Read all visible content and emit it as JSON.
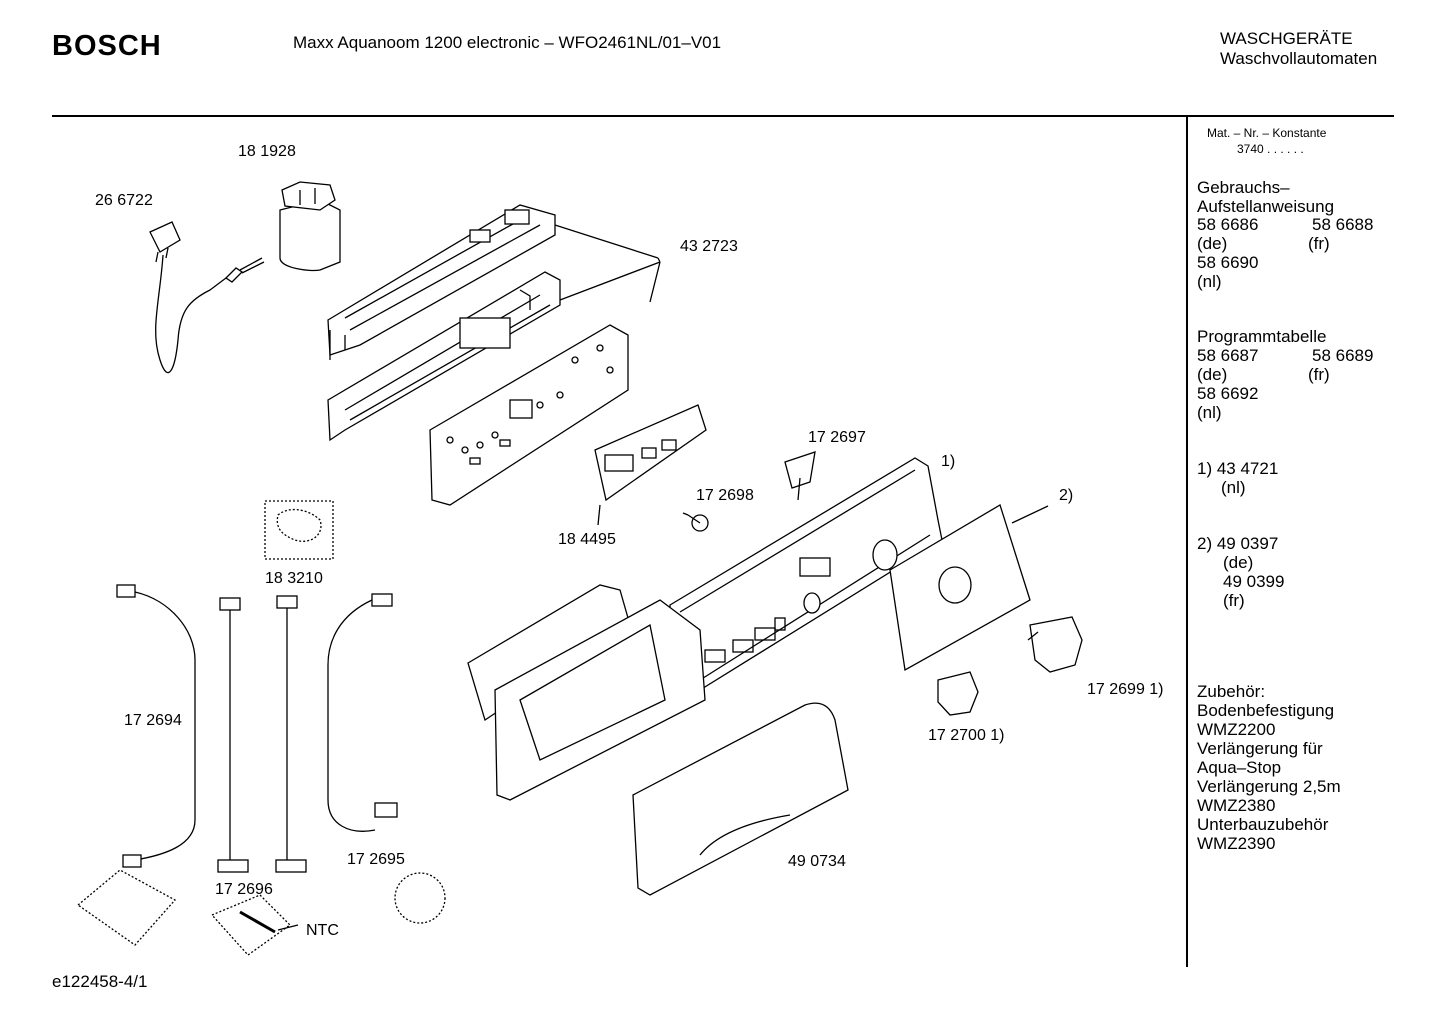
{
  "header": {
    "brand": "BOSCH",
    "model": "Maxx Aquanoom 1200 electronic – WFO2461NL/01–V01",
    "category_line1": "WASCHGERÄTE",
    "category_line2": "Waschvollautomaten"
  },
  "parts": {
    "p181928": "18 1928",
    "p266722": "26 6722",
    "p432723": "43 2723",
    "p172697": "17 2697",
    "p1": "1)",
    "p2": "2)",
    "p172698": "17 2698",
    "p184495": "18 4495",
    "p183210": "18 3210",
    "p172694": "17 2694",
    "p172699": "17 2699 1)",
    "p172700": "17 2700 1)",
    "p490734": "49 0734",
    "p172695": "17 2695",
    "p172696": "17 2696",
    "ntc": "NTC"
  },
  "sidebar": {
    "mat_label": "Mat. – Nr. – Konstante",
    "mat_value": "3740 .  .  .  .  .  .",
    "gebrauchs": {
      "title1": "Gebrauchs–",
      "title2": "Aufstellanweisung",
      "n1": "58 6686",
      "n2": "58 6688",
      "l1": "(de)",
      "l2": "(fr)",
      "n3": "58 6690",
      "l3": "(nl)"
    },
    "programm": {
      "title": "Programmtabelle",
      "n1": "58 6687",
      "n2": "58 6689",
      "l1": "(de)",
      "l2": "(fr)",
      "n3": "58 6692",
      "l3": "(nl)"
    },
    "note1": {
      "line1": "1)  43 4721",
      "line2": "(nl)"
    },
    "note2": {
      "line1": "2)  49 0397",
      "line2": "(de)",
      "line3": "49 0399",
      "line4": "(fr)"
    },
    "zubehoer": [
      "Zubehör:",
      "Bodenbefestigung",
      "WMZ2200",
      "Verlängerung für",
      "Aqua–Stop",
      "Verlängerung 2,5m",
      "WMZ2380",
      "Unterbauzubehör",
      "WMZ2390"
    ]
  },
  "footer": {
    "code": "e122458-4/1"
  }
}
